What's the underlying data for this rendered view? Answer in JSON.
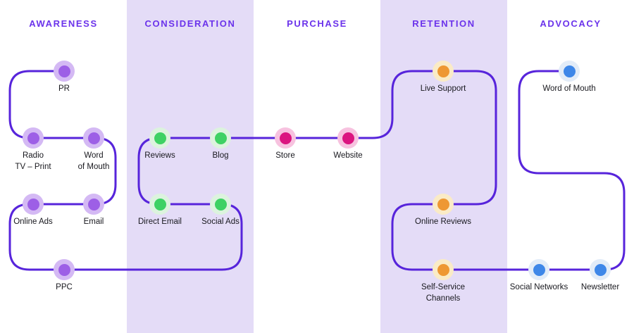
{
  "stages": [
    {
      "label": "AWARENESS",
      "highlighted": false
    },
    {
      "label": "CONSIDERATION",
      "highlighted": true
    },
    {
      "label": "PURCHASE",
      "highlighted": false
    },
    {
      "label": "RETENTION",
      "highlighted": true
    },
    {
      "label": "ADVOCACY",
      "highlighted": false
    }
  ],
  "nodes": [
    {
      "label": "PR",
      "stage": "AWARENESS"
    },
    {
      "label": "Radio\nTV – Print",
      "stage": "AWARENESS"
    },
    {
      "label": "Word\nof Mouth",
      "stage": "AWARENESS"
    },
    {
      "label": "Email",
      "stage": "AWARENESS"
    },
    {
      "label": "Online Ads",
      "stage": "AWARENESS"
    },
    {
      "label": "PPC",
      "stage": "AWARENESS"
    },
    {
      "label": "Social Ads",
      "stage": "CONSIDERATION"
    },
    {
      "label": "Direct Email",
      "stage": "CONSIDERATION"
    },
    {
      "label": "Reviews",
      "stage": "CONSIDERATION"
    },
    {
      "label": "Blog",
      "stage": "CONSIDERATION"
    },
    {
      "label": "Store",
      "stage": "PURCHASE"
    },
    {
      "label": "Website",
      "stage": "PURCHASE"
    },
    {
      "label": "Live Support",
      "stage": "RETENTION"
    },
    {
      "label": "Online Reviews",
      "stage": "RETENTION"
    },
    {
      "label": "Self-Service\nChannels",
      "stage": "RETENTION"
    },
    {
      "label": "Social Networks",
      "stage": "ADVOCACY"
    },
    {
      "label": "Newsletter",
      "stage": "ADVOCACY"
    },
    {
      "label": "Word of Mouth",
      "stage": "ADVOCACY"
    }
  ],
  "colors": {
    "path": "#5724DB",
    "header_text": "#6B33EB",
    "column_highlight": "#E4DCF7",
    "label_text": "#18181E",
    "node_palette": {
      "awareness": {
        "dot": "#9D5FE6",
        "halo": "#D4B9F4"
      },
      "consideration": {
        "dot": "#3ED164",
        "halo": "#DCF3DE"
      },
      "purchase": {
        "dot": "#DB1580",
        "halo": "#F7C2DF"
      },
      "retention": {
        "dot": "#EE9833",
        "halo": "#FAEBC6"
      },
      "advocacy": {
        "dot": "#3E87E8",
        "halo": "#E2ECF8"
      }
    }
  }
}
